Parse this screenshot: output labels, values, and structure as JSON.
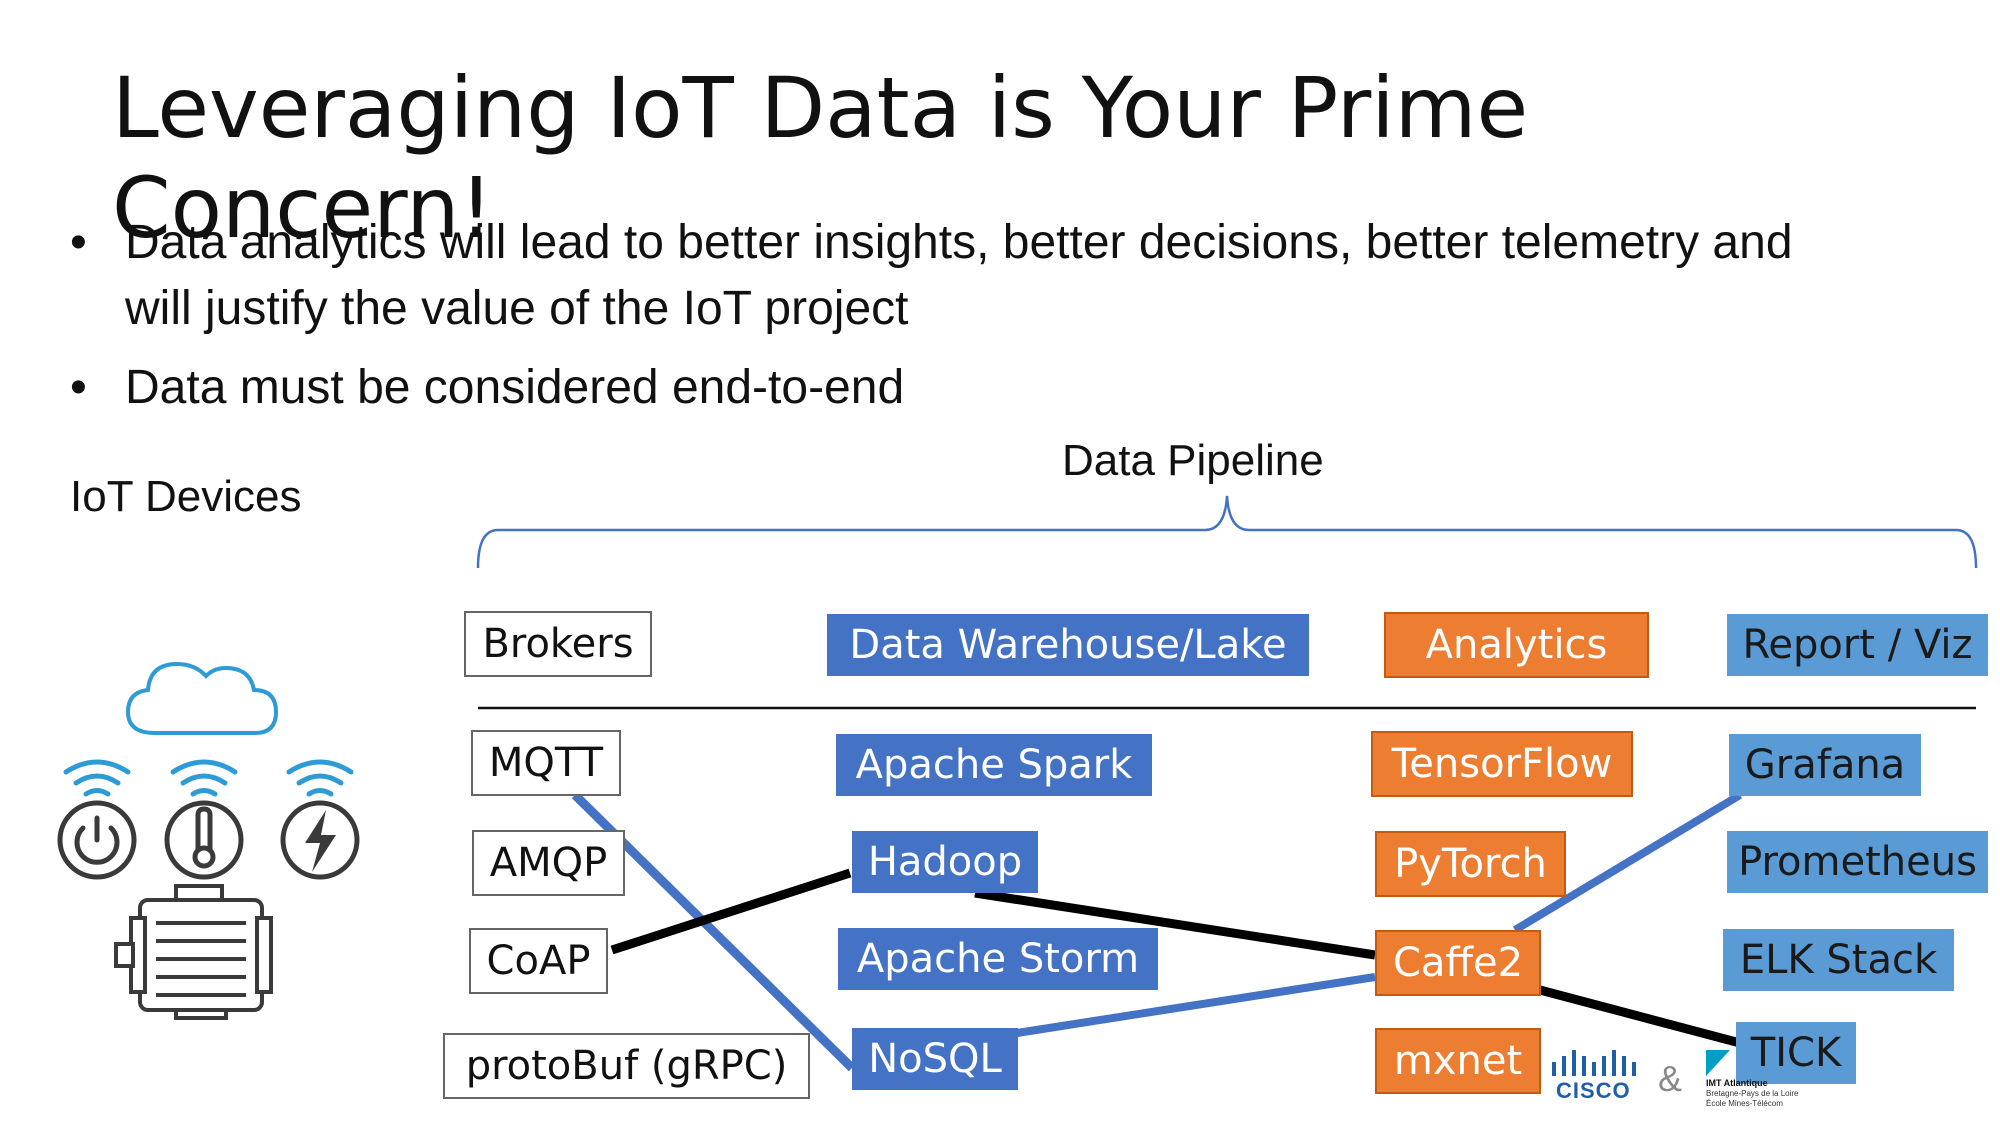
{
  "title": "Leveraging IoT Data is Your Prime Concern!",
  "bullets": [
    "Data analytics will lead to better insights, better decisions, better telemetry and will justify the value of the IoT project",
    "Data must be considered end-to-end"
  ],
  "bullet_symbol": "•",
  "labels": {
    "iot_devices": "IoT Devices",
    "pipeline": "Data Pipeline"
  },
  "headers": {
    "brokers": "Brokers",
    "warehouse": "Data Warehouse/Lake",
    "analytics": "Analytics",
    "report": "Report / Viz"
  },
  "brokers": {
    "mqtt": "MQTT",
    "amqp": "AMQP",
    "coap": "CoAP",
    "protobuf": "protoBuf (gRPC)"
  },
  "warehouse": {
    "spark": "Apache Spark",
    "hadoop": "Hadoop",
    "storm": "Apache Storm",
    "nosql": "NoSQL"
  },
  "analytics": {
    "tensorflow": "TensorFlow",
    "pytorch": "PyTorch",
    "caffe2": "Caffe2",
    "mxnet": "mxnet"
  },
  "report": {
    "grafana": "Grafana",
    "prometheus": "Prometheus",
    "elk": "ELK Stack",
    "tick": "TICK"
  },
  "logos": {
    "cisco": "CISCO",
    "ampersand": "&",
    "imt_name": "IMT Atlantique",
    "imt_line1": "Bretagne-Pays de la Loire",
    "imt_line2": "École Mines-Télécom"
  },
  "colors": {
    "blue": "#4472C4",
    "light_blue": "#5B9BD5",
    "orange": "#ED7D31",
    "connector_blue": "#4472C4",
    "connector_black": "#000000",
    "brace": "#4472C4",
    "icon_blue": "#2E9BD6",
    "icon_dark": "#3a3a3a"
  }
}
